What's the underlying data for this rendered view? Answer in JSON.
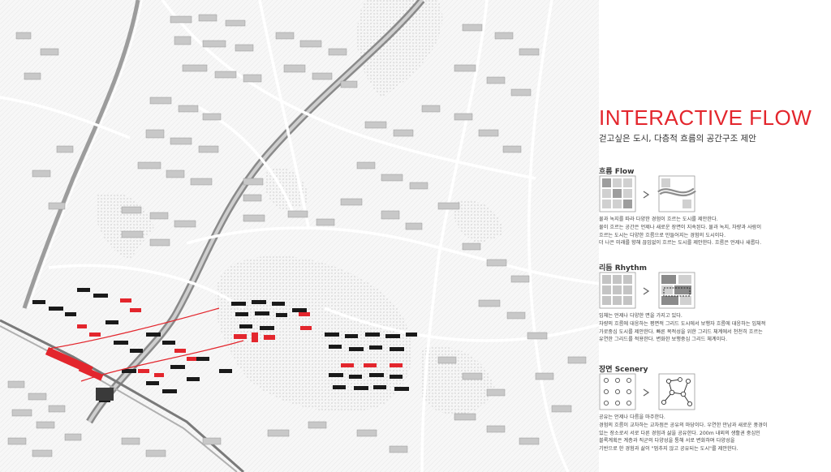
{
  "panel": {
    "title": "INTERACTIVE FLOW",
    "subtitle": "걷고싶은 도시, 다층적 흐름의 공간구조 제안",
    "sections": [
      {
        "title": "흐름 Flow",
        "lines": [
          "물과 녹지를 따라 다양한 경험이 흐르는 도시를 제안한다.",
          "물이 흐르는 공간은 언제나 새로운 장면이 지속된다. 물과 녹지, 차량과 사람이",
          "흐르는 도시는 다양한 흐름으로 만들어지는 경험의 도시이다.",
          "더 나은 미래를 향해 끊임없이 흐르는 도시를 제안한다. 흐름은 언제나 새롭다."
        ]
      },
      {
        "title": "리듬 Rhythm",
        "lines": [
          "입체는 언제나 다양한 면을 가지고 있다.",
          "차량의 흐름에 대응하는 평면적 그리드 도시에서 보행자 흐름에 대응하는 입체적",
          "가로중심 도시를 제안한다. 빠른 목적성을 위한 그리드 체계에서 천천히 흐르는",
          "유연한 그리드를 적용한다. 변화한 보행중심 그리드 체계이다."
        ]
      },
      {
        "title": "장면 Scenery",
        "lines": [
          "공유는 언제나 다름을 마주한다.",
          "경험의 흐름이 교차하는 교차점은 공유의 마당이다. 우연한 만남과 새로운 풍경이",
          "있는 장소로서 서로 다른 경험과 삶을 공유한다. 200m 내외의 생활권 중심인",
          "블록계획은 계층과 직군의 다양성을 통해 서로 변화하며 다양성을",
          "기반으로 한 경험과 삶이 \"멈추지 않고 공유되는 도시\"를 제안한다."
        ]
      }
    ]
  },
  "colors": {
    "accent": "#e3262d",
    "building": "#c8c8c8",
    "building_dark": "#1a1a1a",
    "road": "#9a9a9a",
    "park": "#ededed",
    "diagram_gray": "#b5b5b5"
  }
}
